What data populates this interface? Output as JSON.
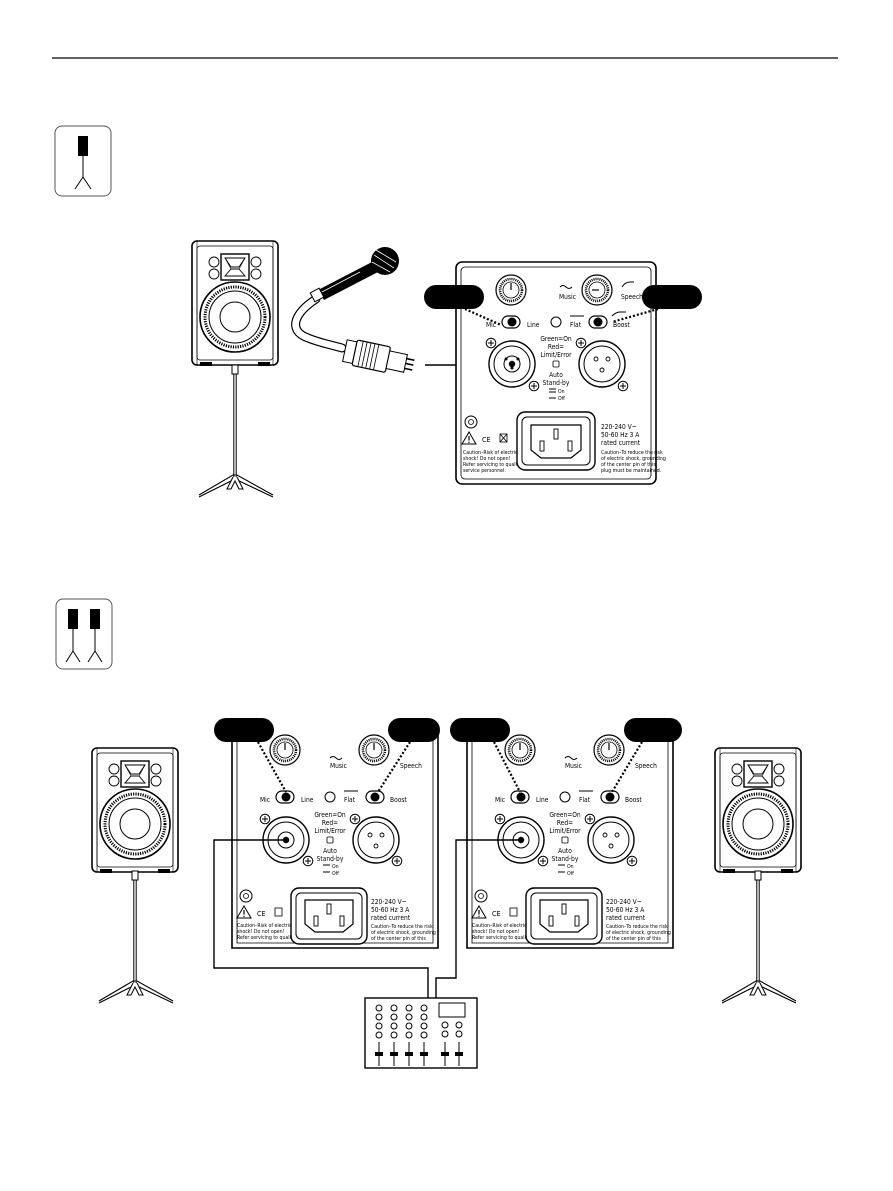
{
  "panel": {
    "tone_left": "Music",
    "tone_right": "Speech",
    "mic": "Mic",
    "line": "Line",
    "flat": "Flat",
    "boost": "Boost",
    "led_line1": "Green=On",
    "led_line2": "Red=",
    "led_line3": "Limit/Error",
    "auto1": "Auto",
    "auto2": "Stand-by",
    "on": "On",
    "off": "Off",
    "ce": "CE",
    "power1": "220-240 V~",
    "power2": "50-60 Hz  3 A",
    "power3": "rated current",
    "caution_left": [
      "Caution–Risk of electric",
      "shock! Do not open!",
      "Refer servicing to qualified",
      "service personnel."
    ],
    "caution_right": [
      "Caution–To reduce the risk",
      "of electric shock, grounding",
      "of the center pin of this",
      "plug must be maintained."
    ]
  },
  "colors": {
    "ink": "#000000",
    "paper": "#ffffff",
    "gray": "#cfcfcf",
    "icon_border": "#555555"
  },
  "icons": {
    "single": "single-speaker-on-stand-icon",
    "pair": "two-speakers-on-stands-icon",
    "mic": "microphone-icon",
    "mixer": "mixer-icon"
  }
}
